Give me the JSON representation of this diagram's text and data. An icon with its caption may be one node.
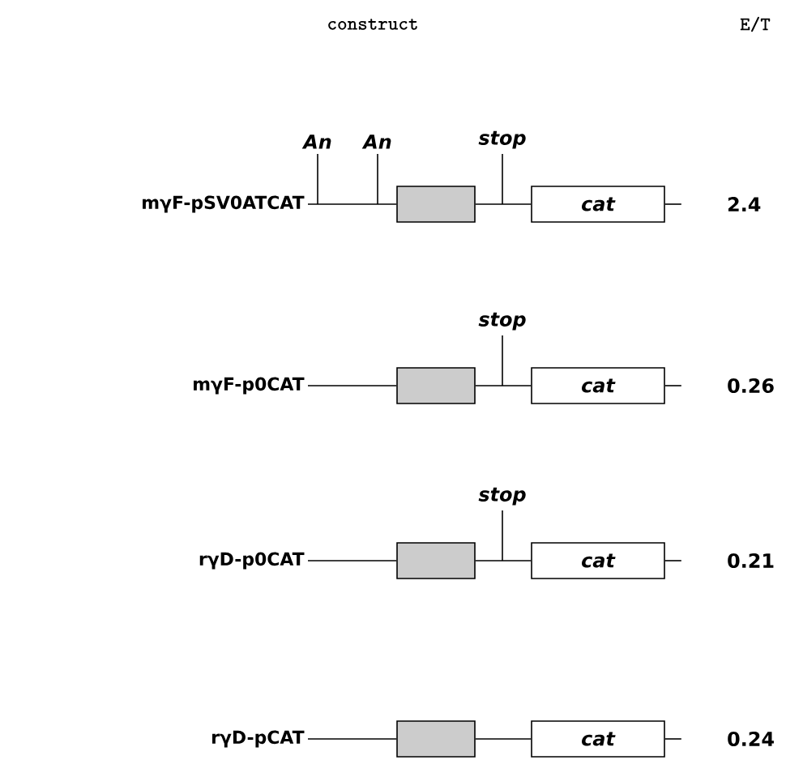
{
  "diagram": {
    "nodes": [
      {
        "text": [
          "mγF-pSV0ATCAT"
        ]
      },
      {
        "text": [],
        "shape": "box"
      },
      {
        "text": [
          "cat"
        ]
      },
      {
        "text": [
          "mγF-p0CAT"
        ]
      },
      {
        "text": [],
        "shape": "box"
      },
      {
        "text": [
          "cat"
        ]
      },
      {
        "text": [
          "rγD-p0CAT"
        ]
      },
      {
        "text": [],
        "shape": "box"
      },
      {
        "text": [
          "cat"
        ]
      },
      {
        "text": [
          "rγD-pCAT"
        ]
      },
      {
        "text": [],
        "shape": "box"
      },
      {
        "text": [
          "cat"
        ]
      }
    ],
    "edges": [
      {
        "from": 0,
        "to": 1,
        "arrow": "none"
      },
      {
        "from": 1,
        "to": 2,
        "arrow": "none"
      },
      {
        "from": 2,
        "to": null,
        "arrow": "none"
      },
      {
        "from": 3,
        "to": 4,
        "arrow": "none"
      },
      {
        "from": 4,
        "to": 5,
        "arrow": "none"
      },
      {
        "from": 5,
        "to": null,
        "arrow": "none"
      },
      {
        "from": 6,
        "to": 7,
        "arrow": "none"
      },
      {
        "from": 7,
        "to": 8,
        "arrow": "none"
      },
      {
        "from": 8,
        "to": null,
        "arrow": "none"
      },
      {
        "from": 9,
        "to": 10,
        "arrow": "none"
      },
      {
        "from": 10,
        "to": 11,
        "arrow": "none"
      },
      {
        "from": 11,
        "to": null,
        "arrow": "none"
      }
    ],
    "labels": [
      "construct",
      "E/T",
      "An",
      "An",
      "stop",
      "2.4",
      "stop",
      "0.26",
      "stop",
      "0.21",
      "0.24"
    ]
  }
}
